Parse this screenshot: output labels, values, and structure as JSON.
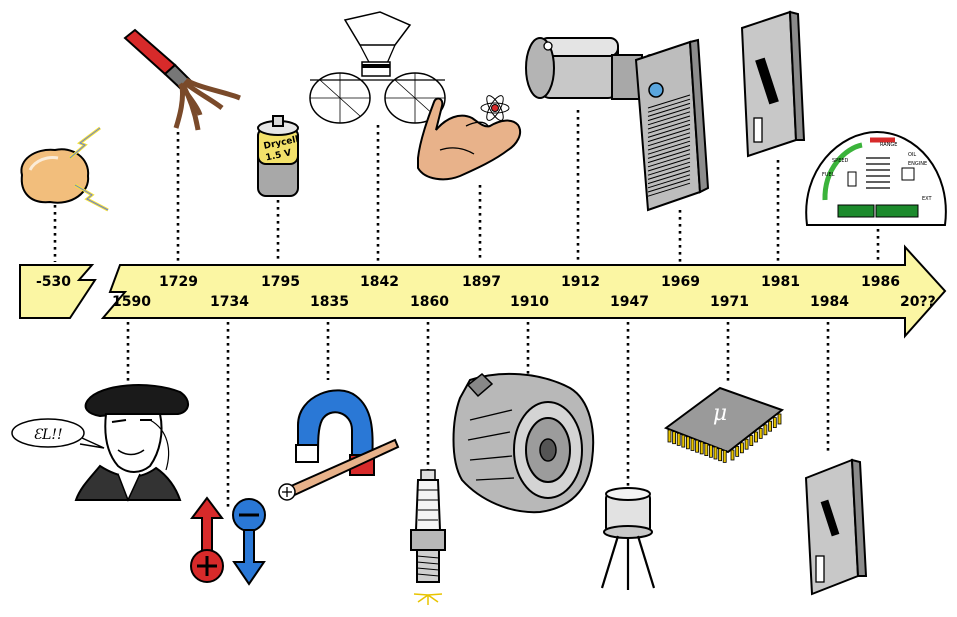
{
  "timeline": {
    "arrow_color": "#fbf6a3",
    "top_years": [
      "-530",
      "1729",
      "1795",
      "1842",
      "1897",
      "1912",
      "1969",
      "1981",
      "1986"
    ],
    "bottom_years": [
      "1590",
      "1734",
      "1835",
      "1860",
      "1910",
      "1947",
      "1971",
      "1984"
    ],
    "future_label": "20??"
  },
  "labels": {
    "speech_bubble": "ƐL!!",
    "battery_line1": "Drycell",
    "battery_line2": "1.5 V",
    "chip_symbol": "μ",
    "dash_speed": "SPEED",
    "dash_range": "RANGE",
    "dash_oil": "OIL",
    "dash_engine": "ENGINE",
    "dash_fuel": "FUEL",
    "dash_ext": "EXT"
  },
  "illustrations": [
    {
      "name": "amber-lightning-icon",
      "year": "-530"
    },
    {
      "name": "conductor-wire-icon",
      "year": "1729"
    },
    {
      "name": "drycell-battery-icon",
      "year": "1795"
    },
    {
      "name": "carriage-icon",
      "year": "1842"
    },
    {
      "name": "hand-electron-icon",
      "year": "1897"
    },
    {
      "name": "starter-motor-icon",
      "year": "1912"
    },
    {
      "name": "control-module-icon",
      "year": "1969"
    },
    {
      "name": "service-manual-icon",
      "year": "1981"
    },
    {
      "name": "digital-dashboard-icon",
      "year": "1986"
    },
    {
      "name": "gilbert-portrait-icon",
      "year": "1590"
    },
    {
      "name": "charges-icon",
      "year": "1734"
    },
    {
      "name": "horseshoe-magnet-icon",
      "year": "1835"
    },
    {
      "name": "spark-plug-icon",
      "year": "1860"
    },
    {
      "name": "alternator-icon",
      "year": "1910"
    },
    {
      "name": "transistor-icon",
      "year": "1947"
    },
    {
      "name": "microchip-icon",
      "year": "1971"
    },
    {
      "name": "manual-book-icon",
      "year": "1984"
    }
  ]
}
